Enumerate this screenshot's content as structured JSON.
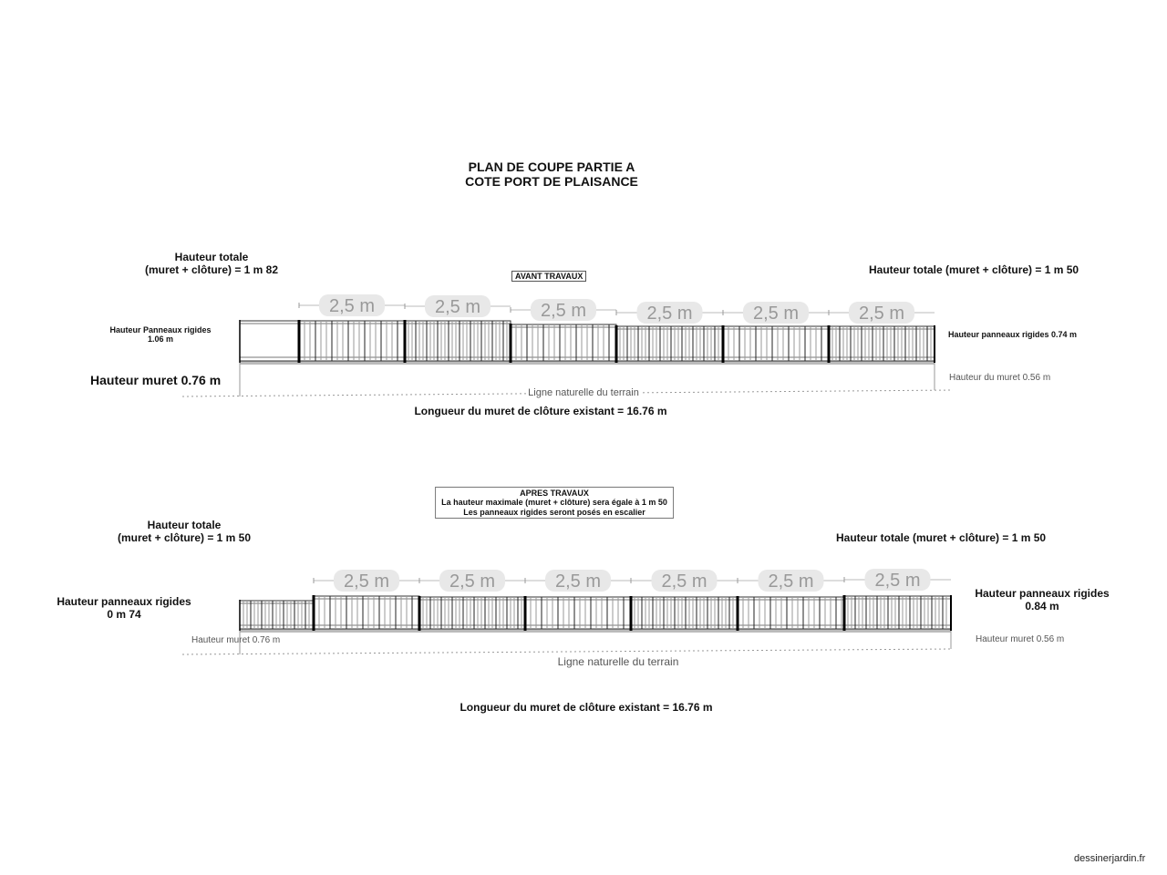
{
  "title": {
    "line1": "PLAN DE COUPE PARTIE A",
    "line2": "COTE PORT DE PLAISANCE"
  },
  "before": {
    "label": "AVANT TRAVAUX",
    "left_total": {
      "line1": "Hauteur totale",
      "line2": "(muret + clôture) = 1 m 82"
    },
    "right_total": "Hauteur totale (muret + clôture) = 1 m 50",
    "left_panels": {
      "line1": "Hauteur Panneaux rigides",
      "line2": "1.06 m"
    },
    "right_panels": "Hauteur panneaux rigides 0.74 m",
    "left_wall": "Hauteur muret 0.76 m",
    "right_wall": "Hauteur du muret 0.56 m",
    "ground": "Ligne naturelle du terrain",
    "length": "Longueur du muret de clôture existant = 16.76 m",
    "spans": [
      "2,5 m",
      "2,5 m",
      "2,5 m",
      "2,5 m",
      "2,5 m",
      "2,5 m"
    ]
  },
  "after": {
    "label": {
      "line1": "APRES TRAVAUX",
      "line2": "La hauteur maximale (muret + clôture) sera égale à 1 m 50",
      "line3": "Les panneaux rigides seront posés en escalier"
    },
    "left_total": {
      "line1": "Hauteur totale",
      "line2": "(muret + clôture) = 1 m 50"
    },
    "right_total": "Hauteur totale (muret + clôture) = 1 m 50",
    "left_panels": {
      "line1": "Hauteur panneaux rigides",
      "line2": "0 m 74"
    },
    "right_panels": {
      "line1": "Hauteur panneaux rigides",
      "line2": "0.84 m"
    },
    "left_wall": "Hauteur muret 0.76 m",
    "right_wall": "Hauteur muret 0.56 m",
    "ground": "Ligne naturelle du terrain",
    "length": "Longueur du muret de clôture existant = 16.76 m",
    "spans": [
      "2,5 m",
      "2,5 m",
      "2,5 m",
      "2,5 m",
      "2,5 m",
      "2,5 m"
    ]
  },
  "watermark": "dessinerjardin.fr"
}
